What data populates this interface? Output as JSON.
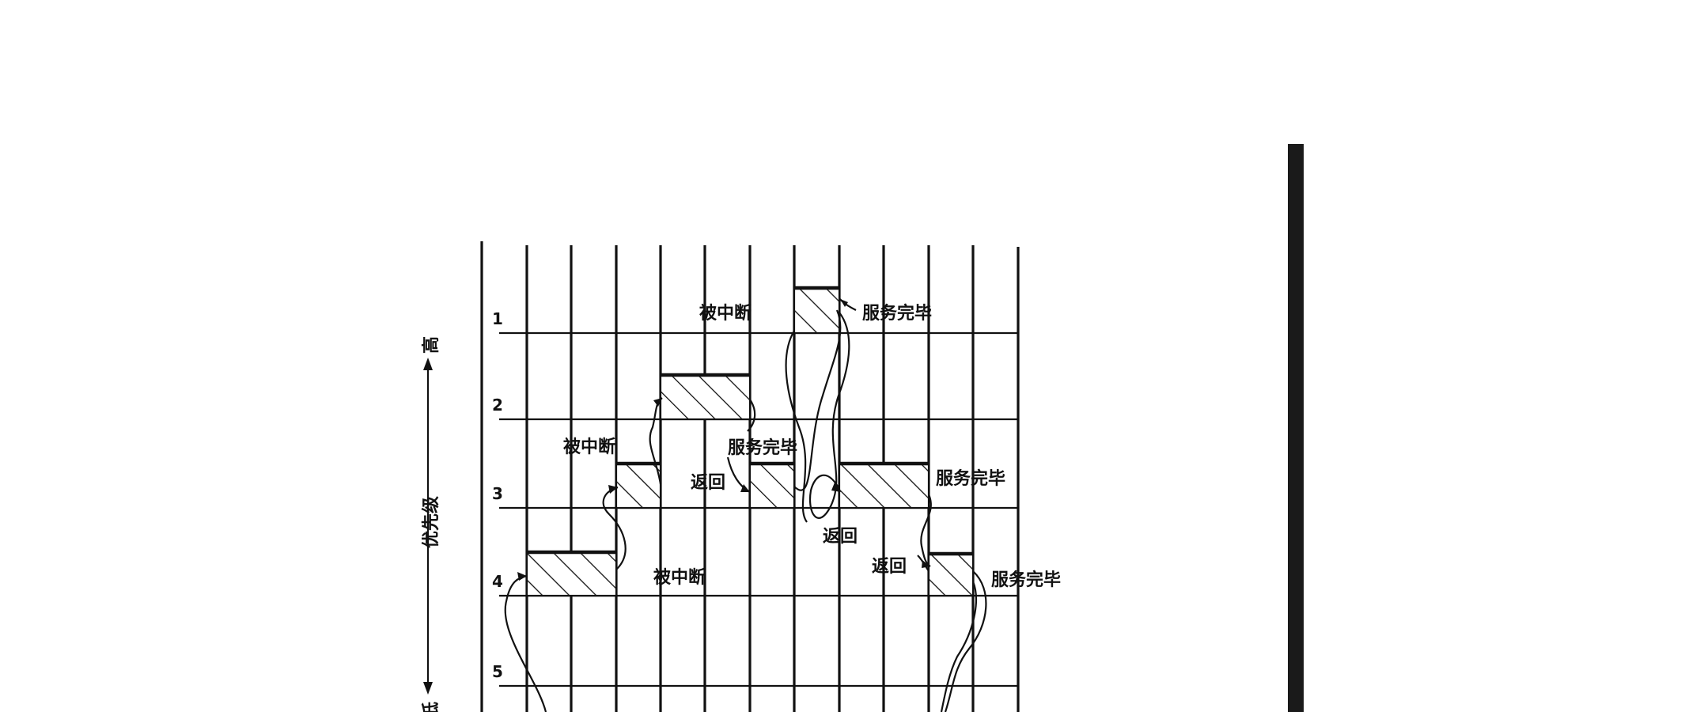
{
  "axis": {
    "title": "优先级",
    "high_label": "高",
    "low_label": "低"
  },
  "levels": [
    "1",
    "2",
    "3",
    "4",
    "5"
  ],
  "annotations": {
    "interrupted_1": "被中断",
    "interrupted_2": "被中断",
    "interrupted_3": "被中断",
    "done_1": "服务完毕",
    "done_2": "服务完毕",
    "done_3": "服务完毕",
    "done_4": "服务完毕",
    "return_1": "返回",
    "return_2": "返回",
    "return_3": "返回"
  },
  "colors": {
    "ink": "#111111",
    "paper": "#ffffff"
  }
}
